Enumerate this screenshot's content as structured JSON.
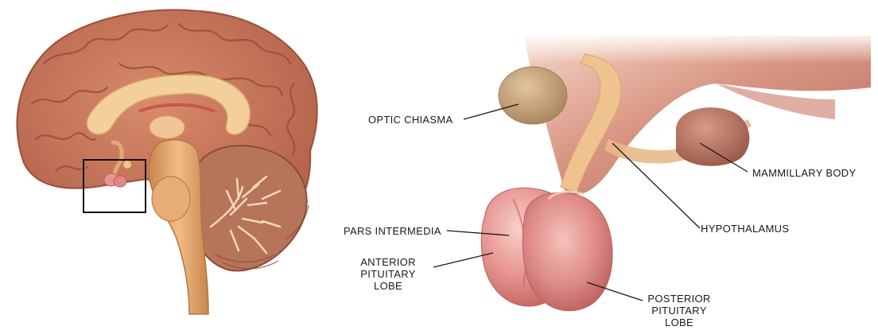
{
  "labels": {
    "optic_chiasma": "OPTIC CHIASMA",
    "mammillary_body": "MAMMILLARY BODY",
    "hypothalamus": "HYPOTHALAMUS",
    "pars_intermedia": "PARS INTERMEDIA",
    "anterior_pituitary_lobe": [
      "ANTERIOR",
      "PITUITARY",
      "LOBE"
    ],
    "posterior_pituitary_lobe": [
      "POSTERIOR",
      "PITUITARY",
      "LOBE"
    ]
  },
  "colors": {
    "cortex": "#c97a5e",
    "cortex_dark": "#a2533d",
    "corpus_callosum": "#f2cf9b",
    "brainstem": "#e0a970",
    "cerebellum": "#b6745a",
    "pituitary": "#e79591",
    "pituitary_highlight": "#f7c1bb",
    "hypothalamus": "#c87a69",
    "stalk": "#efc38f",
    "chiasma": "#c9a57a",
    "leader_line": "#1a1a1a"
  }
}
